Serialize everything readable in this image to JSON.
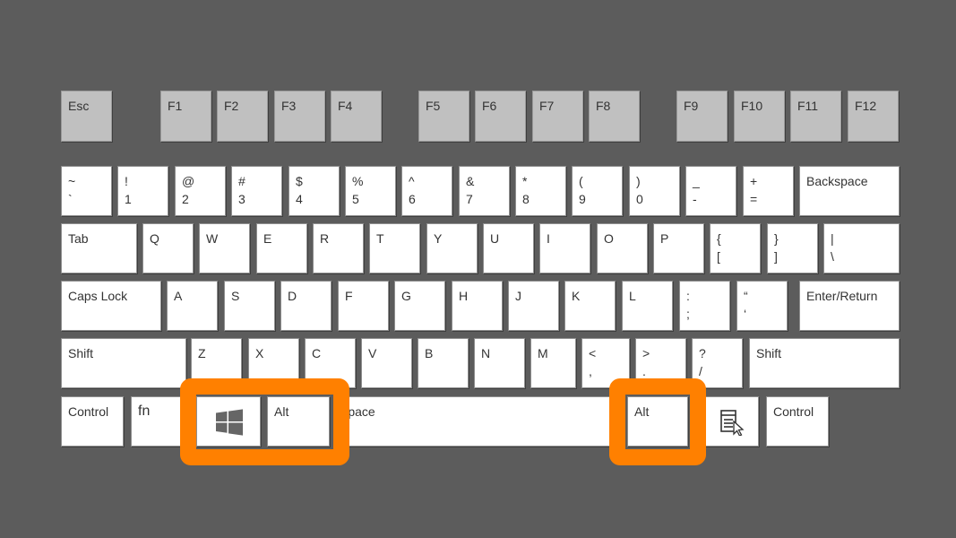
{
  "colors": {
    "background": "#5c5c5c",
    "key_face": "#ffffff",
    "function_key_face": "#c0c0c0",
    "highlight": "#ff8000"
  },
  "keyboard": {
    "function_row": [
      {
        "id": "esc",
        "label": "Esc"
      },
      {
        "id": "f1",
        "label": "F1"
      },
      {
        "id": "f2",
        "label": "F2"
      },
      {
        "id": "f3",
        "label": "F3"
      },
      {
        "id": "f4",
        "label": "F4"
      },
      {
        "id": "f5",
        "label": "F5"
      },
      {
        "id": "f6",
        "label": "F6"
      },
      {
        "id": "f7",
        "label": "F7"
      },
      {
        "id": "f8",
        "label": "F8"
      },
      {
        "id": "f9",
        "label": "F9"
      },
      {
        "id": "f10",
        "label": "F10"
      },
      {
        "id": "f11",
        "label": "F11"
      },
      {
        "id": "f12",
        "label": "F12"
      }
    ],
    "number_row": [
      {
        "id": "tilde",
        "top": "~",
        "bottom": "`"
      },
      {
        "id": "1",
        "top": "!",
        "bottom": "1"
      },
      {
        "id": "2",
        "top": "@",
        "bottom": "2"
      },
      {
        "id": "3",
        "top": "#",
        "bottom": "3"
      },
      {
        "id": "4",
        "top": "$",
        "bottom": "4"
      },
      {
        "id": "5",
        "top": "%",
        "bottom": "5"
      },
      {
        "id": "6",
        "top": "^",
        "bottom": "6"
      },
      {
        "id": "7",
        "top": "&",
        "bottom": "7"
      },
      {
        "id": "8",
        "top": "*",
        "bottom": "8"
      },
      {
        "id": "9",
        "top": "(",
        "bottom": "9"
      },
      {
        "id": "0",
        "top": ")",
        "bottom": "0"
      },
      {
        "id": "minus",
        "top": "_",
        "bottom": "-"
      },
      {
        "id": "equals",
        "top": "+",
        "bottom": "="
      },
      {
        "id": "backspace",
        "top": "Backspace",
        "bottom": ""
      }
    ],
    "qwerty_row": [
      {
        "id": "tab",
        "top": "Tab",
        "bottom": ""
      },
      {
        "id": "q",
        "top": "Q",
        "bottom": ""
      },
      {
        "id": "w",
        "top": "W",
        "bottom": ""
      },
      {
        "id": "e",
        "top": "E",
        "bottom": ""
      },
      {
        "id": "r",
        "top": "R",
        "bottom": ""
      },
      {
        "id": "t",
        "top": "T",
        "bottom": ""
      },
      {
        "id": "y",
        "top": "Y",
        "bottom": ""
      },
      {
        "id": "u",
        "top": "U",
        "bottom": ""
      },
      {
        "id": "i",
        "top": "I",
        "bottom": ""
      },
      {
        "id": "o",
        "top": "O",
        "bottom": ""
      },
      {
        "id": "p",
        "top": "P",
        "bottom": ""
      },
      {
        "id": "lbracket",
        "top": "{",
        "bottom": "["
      },
      {
        "id": "rbracket",
        "top": "}",
        "bottom": "]"
      },
      {
        "id": "backslash",
        "top": "|",
        "bottom": "\\"
      }
    ],
    "home_row": [
      {
        "id": "capslock",
        "top": "Caps Lock",
        "bottom": ""
      },
      {
        "id": "a",
        "top": "A",
        "bottom": ""
      },
      {
        "id": "s",
        "top": "S",
        "bottom": ""
      },
      {
        "id": "d",
        "top": "D",
        "bottom": ""
      },
      {
        "id": "f",
        "top": "F",
        "bottom": ""
      },
      {
        "id": "g",
        "top": "G",
        "bottom": ""
      },
      {
        "id": "h",
        "top": "H",
        "bottom": ""
      },
      {
        "id": "j",
        "top": "J",
        "bottom": ""
      },
      {
        "id": "k",
        "top": "K",
        "bottom": ""
      },
      {
        "id": "l",
        "top": "L",
        "bottom": ""
      },
      {
        "id": "semicolon",
        "top": ":",
        "bottom": ";"
      },
      {
        "id": "quote",
        "top": "“",
        "bottom": "‘"
      },
      {
        "id": "enter",
        "top": "Enter/Return",
        "bottom": ""
      }
    ],
    "shift_row": [
      {
        "id": "shift-left",
        "top": "Shift",
        "bottom": ""
      },
      {
        "id": "z",
        "top": "Z",
        "bottom": ""
      },
      {
        "id": "x",
        "top": "X",
        "bottom": ""
      },
      {
        "id": "c",
        "top": "C",
        "bottom": ""
      },
      {
        "id": "v",
        "top": "V",
        "bottom": ""
      },
      {
        "id": "b",
        "top": "B",
        "bottom": ""
      },
      {
        "id": "n",
        "top": "N",
        "bottom": ""
      },
      {
        "id": "m",
        "top": "M",
        "bottom": ""
      },
      {
        "id": "comma",
        "top": "<",
        "bottom": ","
      },
      {
        "id": "period",
        "top": ">",
        "bottom": "."
      },
      {
        "id": "slash",
        "top": "?",
        "bottom": "/"
      },
      {
        "id": "shift-right",
        "top": "Shift",
        "bottom": ""
      }
    ],
    "bottom_row": [
      {
        "id": "control-left",
        "top": "Control"
      },
      {
        "id": "fn",
        "top": "fn"
      },
      {
        "id": "windows",
        "top": "",
        "icon": "windows-logo-icon"
      },
      {
        "id": "alt-left",
        "top": "Alt"
      },
      {
        "id": "space",
        "top": "Space"
      },
      {
        "id": "alt-right",
        "top": "Alt"
      },
      {
        "id": "menu",
        "top": "",
        "icon": "context-menu-icon"
      },
      {
        "id": "control-right",
        "top": "Control"
      }
    ],
    "highlighted_keys": [
      "windows",
      "alt-left",
      "alt-right"
    ]
  }
}
